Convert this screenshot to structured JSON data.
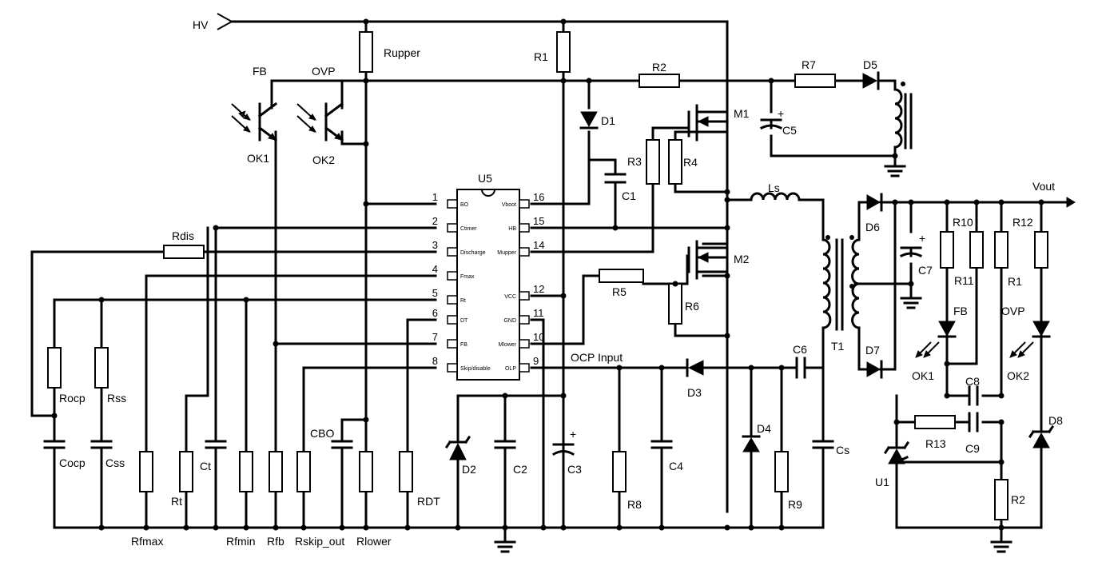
{
  "labels": {
    "HV": "HV",
    "FB": "FB",
    "OVP": "OVP",
    "OK1": "OK1",
    "OK2": "OK2",
    "Rupper": "Rupper",
    "R1": "R1",
    "R2": "R2",
    "R7": "R7",
    "D5": "D5",
    "D1": "D1",
    "M1": "M1",
    "C5": "C5",
    "R3": "R3",
    "R4": "R4",
    "U5": "U5",
    "C1": "C1",
    "Ls": "Ls",
    "Vout": "Vout",
    "D6": "D6",
    "R10": "R10",
    "R12": "R12",
    "C7": "C7",
    "R11": "R11",
    "R1b": "R1",
    "FBb": "FB",
    "OVPb": "OVP",
    "M2": "M2",
    "R5": "R5",
    "R6": "R6",
    "Rdis": "Rdis",
    "T1": "T1",
    "D7": "D7",
    "C6": "C6",
    "OCP": "OCP Input",
    "OK1b": "OK1",
    "OK2b": "OK2",
    "C8": "C8",
    "R13": "R13",
    "C9": "C9",
    "D8": "D8",
    "U1": "U1",
    "R2b": "R2",
    "D3": "D3",
    "D4": "D4",
    "Rocp": "Rocp",
    "Rss": "Rss",
    "Cocp": "Cocp",
    "Css": "Css",
    "CBO": "CBO",
    "Ct": "Ct",
    "Rt": "Rt",
    "RDT": "RDT",
    "D2": "D2",
    "C2": "C2",
    "C3": "C3",
    "R8": "R8",
    "C4": "C4",
    "R9": "R9",
    "Cs": "Cs",
    "Rfmax": "Rfmax",
    "Rfmin": "Rfmin",
    "Rfb": "Rfb",
    "Rskip": "Rskip_out",
    "Rlower": "Rlower"
  },
  "ic": {
    "left_pins": [
      {
        "num": "1",
        "name": "BO"
      },
      {
        "num": "2",
        "name": "Ctimer"
      },
      {
        "num": "3",
        "name": "Discharge"
      },
      {
        "num": "4",
        "name": "Fmax"
      },
      {
        "num": "5",
        "name": "Rt"
      },
      {
        "num": "6",
        "name": "DT"
      },
      {
        "num": "7",
        "name": "FB"
      },
      {
        "num": "8",
        "name": "Skip/disable"
      }
    ],
    "right_pins": [
      {
        "num": "16",
        "name": "Vboot"
      },
      {
        "num": "15",
        "name": "HB"
      },
      {
        "num": "14",
        "name": "Mupper"
      },
      {
        "num": "12",
        "name": "VCC"
      },
      {
        "num": "11",
        "name": "GND"
      },
      {
        "num": "10",
        "name": "Mlower"
      },
      {
        "num": "9",
        "name": "OLP"
      }
    ]
  },
  "polarity": "+"
}
